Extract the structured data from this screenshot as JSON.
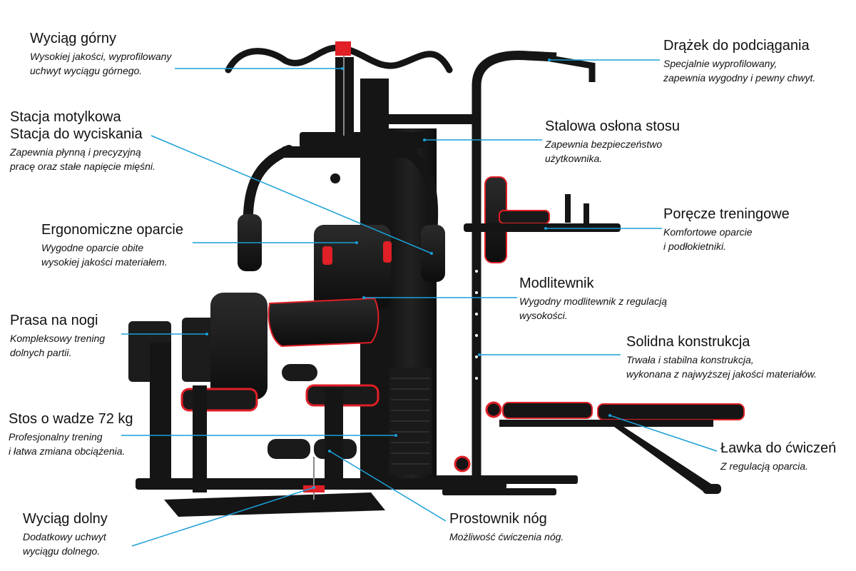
{
  "colors": {
    "frame": "#151515",
    "frame_highlight": "#2a2a2a",
    "accent": "#e01f26",
    "leader_line": "#1a9fd8",
    "text": "#111111"
  },
  "callouts": [
    {
      "id": "lat-pulldown",
      "title": "Wyciąg górny",
      "desc": [
        "Wysokiej jakości, wyprofilowany",
        "uchwyt wyciągu górnego."
      ]
    },
    {
      "id": "butterfly-press",
      "title": "Stacja motylkowa",
      "title2": "Stacja do wyciskania",
      "desc": [
        "Zapewnia płynną i precyzyjną",
        "pracę oraz stałe napięcie mięśni."
      ]
    },
    {
      "id": "backrest",
      "title": "Ergonomiczne oparcie",
      "desc": [
        "Wygodne oparcie obite",
        "wysokiej jakości materiałem."
      ]
    },
    {
      "id": "leg-press",
      "title": "Prasa na nogi",
      "desc": [
        "Kompleksowy trening",
        "dolnych partii."
      ]
    },
    {
      "id": "weight-stack",
      "title": "Stos o wadze 72 kg",
      "desc": [
        "Profesjonalny trening",
        "i łatwa zmiana obciążenia."
      ]
    },
    {
      "id": "low-pulley",
      "title": "Wyciąg dolny",
      "desc": [
        "Dodatkowy uchwyt",
        "wyciągu dolnego."
      ]
    },
    {
      "id": "pullup-bar",
      "title": "Drążek do podciągania",
      "desc": [
        "Specjalnie wyprofilowany,",
        "zapewnia wygodny i pewny chwyt."
      ]
    },
    {
      "id": "stack-cover",
      "title": "Stalowa osłona stosu",
      "desc": [
        "Zapewnia bezpieczeństwo",
        "użytkownika."
      ]
    },
    {
      "id": "dip-handles",
      "title": "Poręcze treningowe",
      "desc": [
        "Komfortowe oparcie",
        "i podłokietniki."
      ]
    },
    {
      "id": "preacher-curl",
      "title": "Modlitewnik",
      "desc": [
        "Wygodny modlitewnik z regulacją",
        "wysokości."
      ]
    },
    {
      "id": "solid-frame",
      "title": "Solidna konstrukcja",
      "desc": [
        "Trwała i stabilna konstrukcja,",
        "wykonana z najwyższej jakości materiałów."
      ]
    },
    {
      "id": "bench",
      "title": "Ławka do ćwiczeń",
      "desc": [
        "Z regulacją oparcia."
      ]
    },
    {
      "id": "leg-extension",
      "title": "Prostownik nóg",
      "desc": [
        "Możliwość ćwiczenia nóg."
      ]
    }
  ]
}
